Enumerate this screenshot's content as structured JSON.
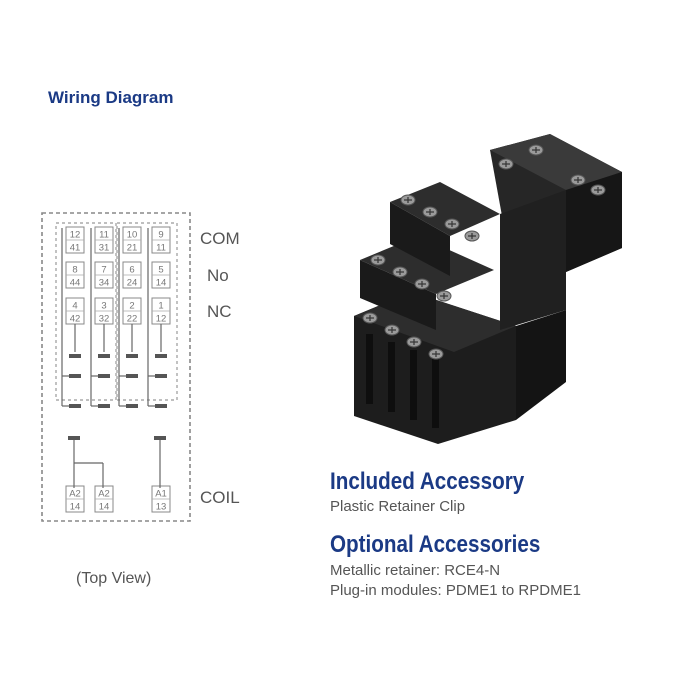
{
  "title": "Wiring Diagram",
  "row_labels": {
    "com": "COM",
    "no": "No",
    "nc": "NC",
    "coil": "COIL"
  },
  "terminals": {
    "com": [
      [
        "12",
        "41"
      ],
      [
        "11",
        "31"
      ],
      [
        "10",
        "21"
      ],
      [
        "9",
        "11"
      ]
    ],
    "no": [
      [
        "8",
        "44"
      ],
      [
        "7",
        "34"
      ],
      [
        "6",
        "24"
      ],
      [
        "5",
        "14"
      ]
    ],
    "nc": [
      [
        "4",
        "42"
      ],
      [
        "3",
        "32"
      ],
      [
        "2",
        "22"
      ],
      [
        "1",
        "12"
      ]
    ],
    "coil": [
      [
        "A2",
        "14"
      ],
      [
        "A2",
        "14"
      ],
      [
        "A1",
        "13"
      ]
    ]
  },
  "caption": "(Top View)",
  "included": {
    "heading": "Included Accessory",
    "text": "Plastic Retainer Clip"
  },
  "optional": {
    "heading": "Optional Accessories",
    "items": [
      "Metallic retainer: RCE4-N",
      "Plug-in modules: PDME1 to RPDME1"
    ]
  },
  "colors": {
    "heading": "#1b3a85",
    "body_text": "#555555",
    "terminal_text": "#777777",
    "product_body": "#1d1d1d"
  }
}
